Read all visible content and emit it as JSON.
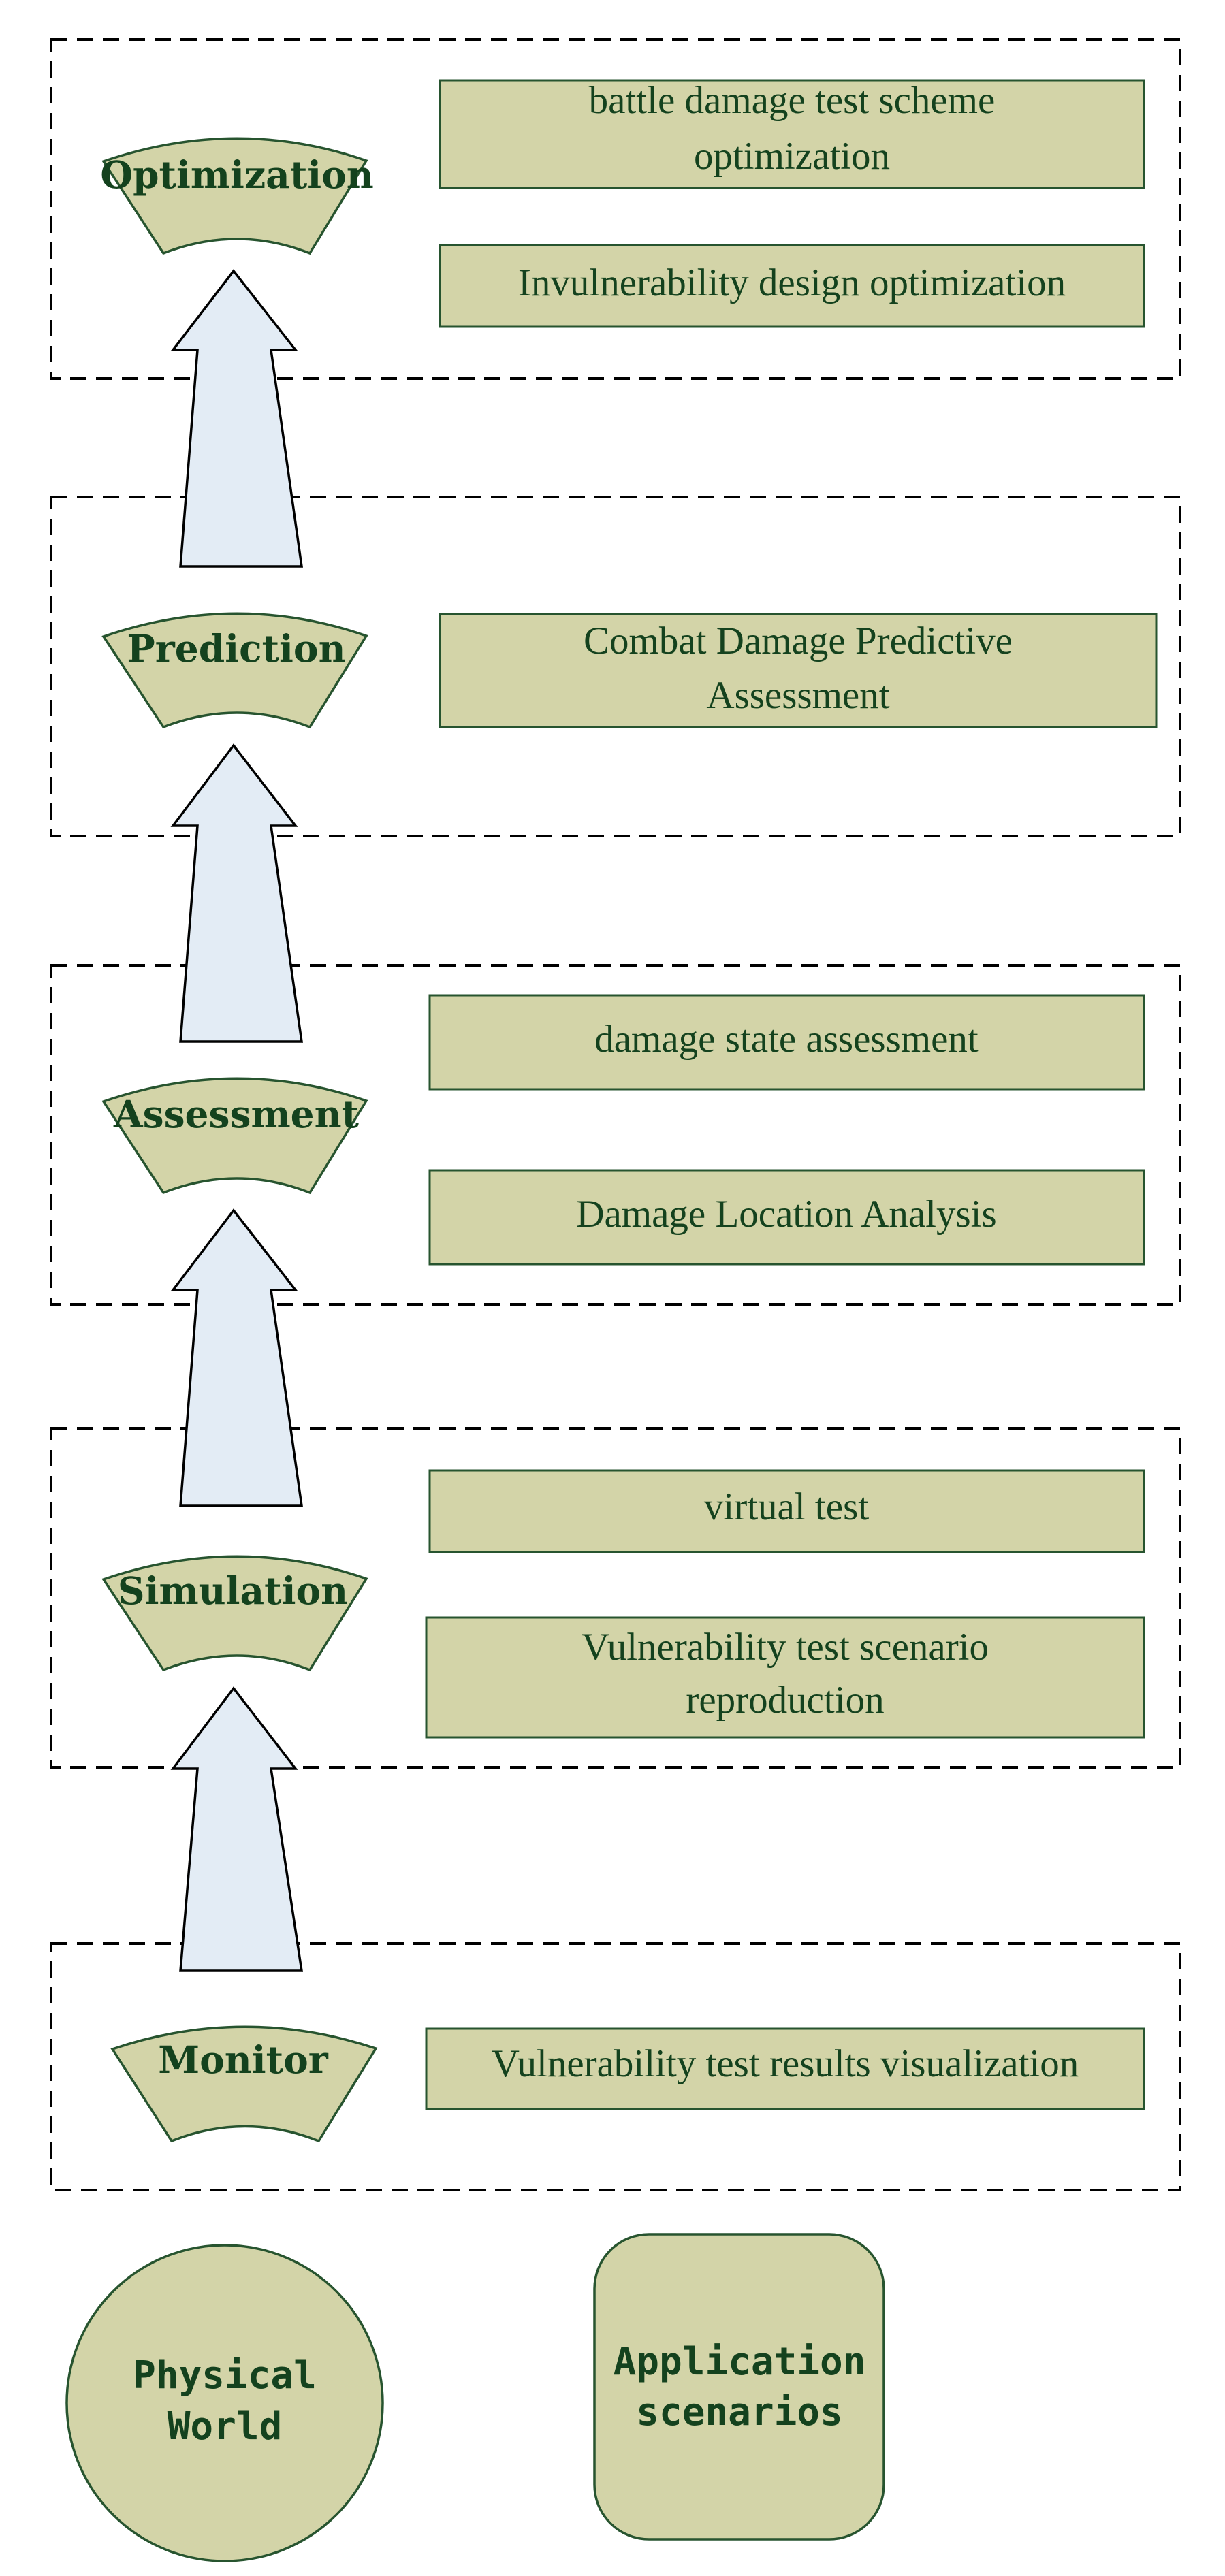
{
  "colors": {
    "box_fill": "#d3d4a8",
    "box_stroke": "#27542f",
    "text": "#14421e",
    "arrow_fill": "#e3ecf5",
    "arrow_stroke": "#000000",
    "dashed_frame": "#000000"
  },
  "stages": [
    {
      "id": "optimization",
      "label": "Optimization",
      "icon": "curved-trapezoid",
      "scenarios": [
        [
          "battle damage test scheme",
          "optimization"
        ],
        [
          "Invulnerability design optimization"
        ]
      ]
    },
    {
      "id": "prediction",
      "label": "Prediction",
      "icon": "curved-trapezoid",
      "scenarios": [
        [
          "Combat Damage Predictive",
          "Assessment"
        ]
      ]
    },
    {
      "id": "assessment",
      "label": "Assessment",
      "icon": "curved-trapezoid",
      "scenarios": [
        [
          "damage state assessment"
        ],
        [
          "Damage Location Analysis"
        ]
      ]
    },
    {
      "id": "simulation",
      "label": "Simulation",
      "icon": "curved-trapezoid",
      "scenarios": [
        [
          "virtual test"
        ],
        [
          "Vulnerability test scenario",
          "reproduction"
        ]
      ]
    },
    {
      "id": "monitor",
      "label": "Monitor",
      "icon": "curved-trapezoid",
      "scenarios": [
        [
          "Vulnerability test results visualization"
        ]
      ]
    }
  ],
  "legend": {
    "physical_world": [
      "Physical",
      "World"
    ],
    "application_scenarios": [
      "Application",
      "scenarios"
    ]
  }
}
